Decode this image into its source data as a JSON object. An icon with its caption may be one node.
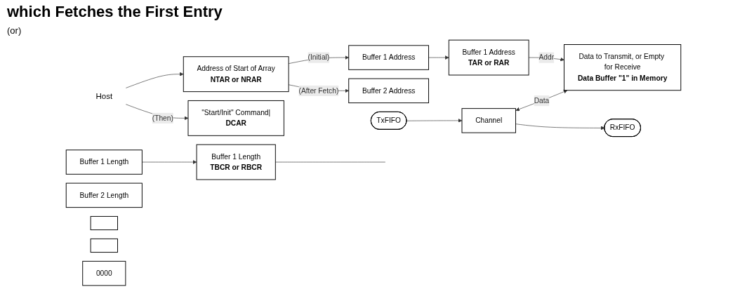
{
  "diagram": {
    "title": "which Fetches the First Entry",
    "nodes": [
      {
        "text": [
          "Host"
        ]
      },
      {
        "text": [
          "Address of Start of Array",
          "NTAR or NRAR"
        ]
      },
      {
        "text": [
          "\"Start/Init\" Command|",
          "DCAR"
        ]
      },
      {
        "text": [
          "Buffer 1 Address"
        ]
      },
      {
        "text": [
          "Buffer 1 Length"
        ]
      },
      {
        "text": [
          "Buffer 2 Address"
        ]
      },
      {
        "text": [
          "Buffer 2 Length"
        ]
      },
      {
        "text": [],
        "shape": "box"
      },
      {
        "text": [],
        "shape": "box"
      },
      {
        "text": [
          "0000"
        ]
      },
      {
        "text": [
          "Buffer 1 Address",
          "TAR or RAR"
        ]
      },
      {
        "text": [
          "Buffer 1 Length",
          "TBCR or RBCR"
        ]
      },
      {
        "text": [
          "TxFIFO"
        ]
      },
      {
        "text": [
          "RxFIFO"
        ]
      },
      {
        "text": [
          "Channel"
        ]
      },
      {
        "text": [
          "Data to Transmit, or Empty for Receive",
          "Data Buffer \"1\" in Memory"
        ]
      }
    ],
    "edges": [
      {
        "from": 0,
        "to": 1,
        "arrow": "to"
      },
      {
        "from": 0,
        "to": 2,
        "arrow": "to",
        "label": "(Then)"
      },
      {
        "from": 1,
        "to": 3,
        "arrow": "to",
        "label": "(Initial)"
      },
      {
        "from": 1,
        "to": 5,
        "arrow": "to",
        "label": "(After Fetch)"
      },
      {
        "from": 3,
        "to": 10,
        "arrow": "to"
      },
      {
        "from": 4,
        "to": 11,
        "arrow": "to"
      },
      {
        "from": 10,
        "to": 15,
        "arrow": "to",
        "label": "Addr"
      },
      {
        "from": 14,
        "to": 15,
        "arrow": "both",
        "label": "Data"
      },
      {
        "from": 12,
        "to": 14,
        "arrow": "to"
      },
      {
        "from": 14,
        "to": 13,
        "arrow": "to"
      },
      {
        "from": 11,
        "to": null,
        "arrow": "none"
      }
    ],
    "labels": [
      "(or)"
    ]
  }
}
